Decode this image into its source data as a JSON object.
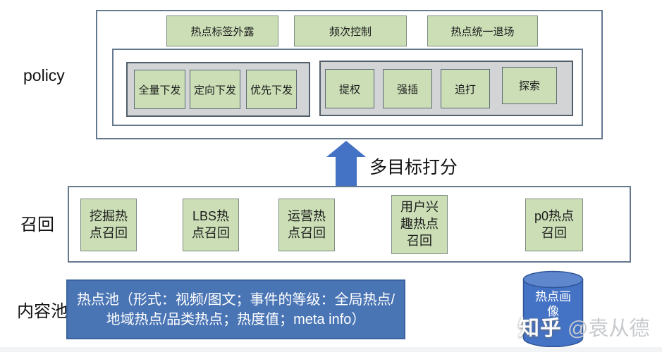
{
  "side_labels": {
    "policy": "policy",
    "recall": "召回",
    "content_pool": "内容池"
  },
  "policy_section": {
    "top_boxes": [
      "热点标签外露",
      "频次控制",
      "热点统一退场"
    ],
    "dispatch_boxes": [
      "全量下发",
      "定向下发",
      "优先下发"
    ],
    "boost_boxes": [
      "提权",
      "强插",
      "追打",
      "探索"
    ]
  },
  "scoring_arrow": {
    "label": "多目标打分"
  },
  "recall_section": {
    "boxes": [
      "挖掘热点召回",
      "LBS热点召回",
      "运营热点召回",
      "用户兴趣热点召回",
      "p0热点召回"
    ]
  },
  "content_pool_section": {
    "pool_box_text": "热点池（形式：视频/图文；事件的等级：全局热点/地域热点/品类热点；热度值；meta info）",
    "cylinder_label": "热点画像"
  },
  "watermark": {
    "brand": "知乎",
    "author": "@袁从德"
  },
  "colors": {
    "green_fill": "#cbdeb6",
    "gray_fill": "#d2d4d5",
    "blue_fill": "#4a75b5",
    "arrow_blue": "#4472c4",
    "box_border": "#64788e"
  }
}
